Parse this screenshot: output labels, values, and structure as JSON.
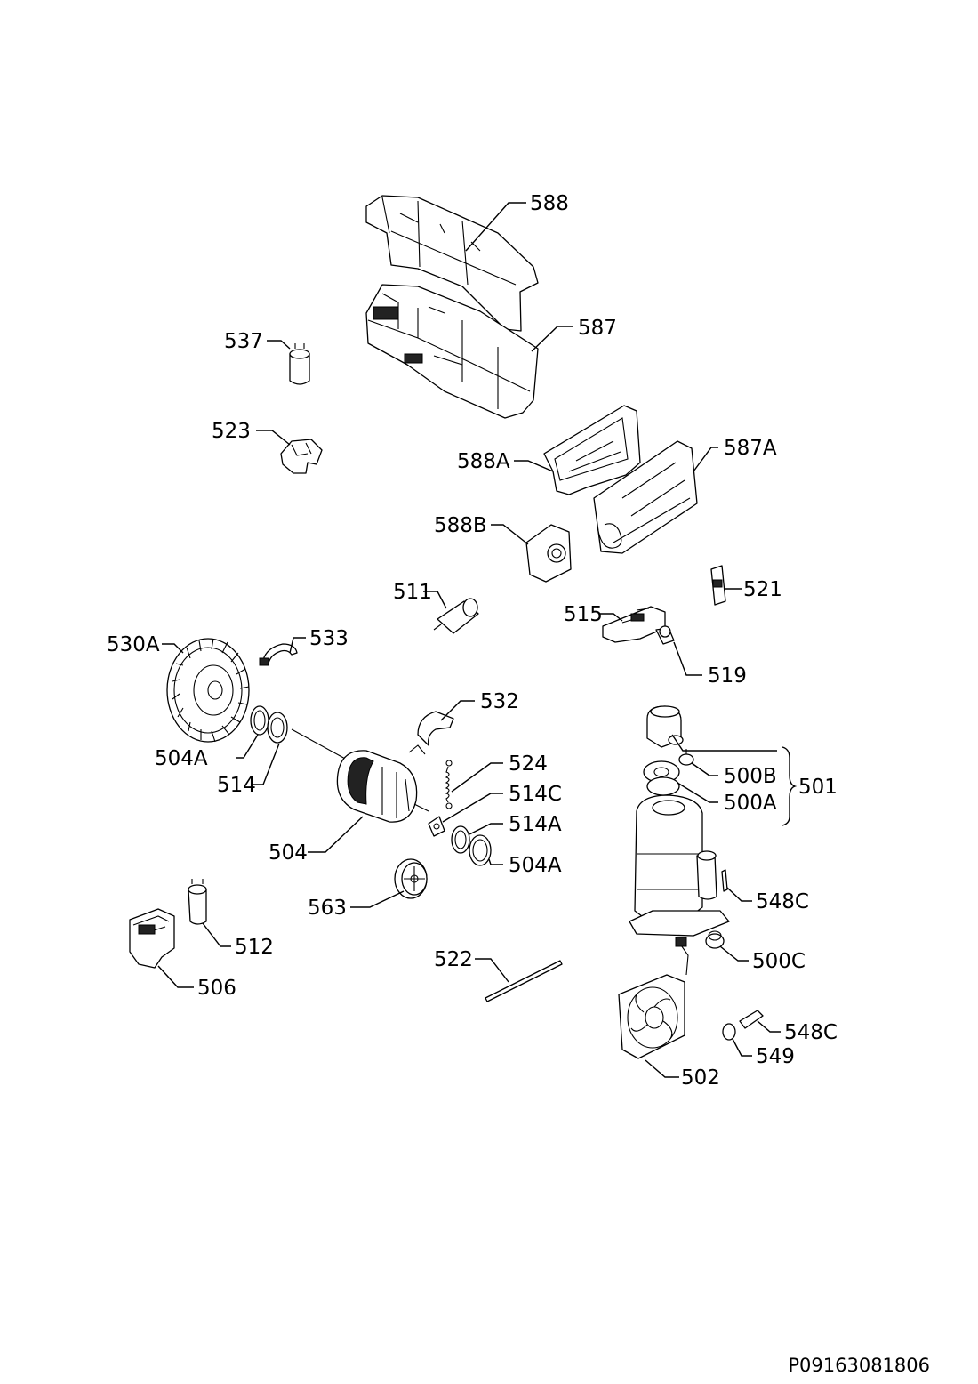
{
  "doc_ref": "P09163081806",
  "labels": {
    "l588": "588",
    "l587": "587",
    "l537": "537",
    "l523": "523",
    "l588A": "588A",
    "l587A": "587A",
    "l588B": "588B",
    "l511": "511",
    "l521": "521",
    "l515": "515",
    "l519": "519",
    "l530A": "530A",
    "l533": "533",
    "l532": "532",
    "l504A_1": "504A",
    "l514": "514",
    "l524": "524",
    "l514C": "514C",
    "l514A": "514A",
    "l504": "504",
    "l504A_2": "504A",
    "l500B": "500B",
    "l500A": "500A",
    "l501": "501",
    "l548C_1": "548C",
    "l563": "563",
    "l512": "512",
    "l506": "506",
    "l522": "522",
    "l500C": "500C",
    "l548C_2": "548C",
    "l549": "549",
    "l502": "502"
  }
}
